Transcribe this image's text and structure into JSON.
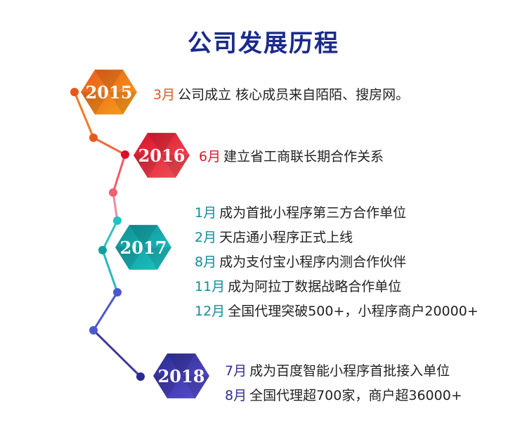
{
  "title": "公司发展历程",
  "milestones": [
    {
      "year": "2015",
      "colors": [
        "#e85a1b",
        "#f7a21c"
      ],
      "events": [
        {
          "month": "3月",
          "text": "公司成立 核心成员来自陌陌、搜房网。"
        }
      ]
    },
    {
      "year": "2016",
      "colors": [
        "#d8102a",
        "#f2555a"
      ],
      "events": [
        {
          "month": "6月",
          "text": "建立省工商联长期合作关系"
        }
      ]
    },
    {
      "year": "2017",
      "colors": [
        "#0f8f93",
        "#1fc3c4"
      ],
      "events": [
        {
          "month": "1月",
          "text": "成为首批小程序第三方合作单位"
        },
        {
          "month": "2月",
          "text": "天店通小程序正式上线"
        },
        {
          "month": "8月",
          "text": "成为支付宝小程序内测合作伙伴"
        },
        {
          "month": "11月",
          "text": "成为阿拉丁数据战略合作单位"
        },
        {
          "month": "12月",
          "text": "全国代理突破500+，小程序商户20000+"
        }
      ]
    },
    {
      "year": "2018",
      "colors": [
        "#2a2b8f",
        "#5a4fd0"
      ],
      "events": [
        {
          "month": "7月",
          "text": "成为百度智能小程序首批接入单位"
        },
        {
          "month": "8月",
          "text": "全国代理超700家，商户超36000+"
        }
      ]
    }
  ]
}
